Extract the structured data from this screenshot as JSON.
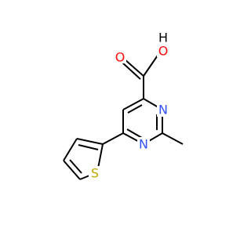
{
  "colors": {
    "carbon_bond": "#000000",
    "oxygen": "#ff0d0d",
    "nitrogen": "#3050f8",
    "sulfur": "#c6a800",
    "background": "#ffffff"
  },
  "atoms": {
    "hydroxyl_h": "H",
    "hydroxyl_o": "O",
    "carbonyl_o": "O",
    "ring_n_upper": "N",
    "ring_n_lower": "N",
    "thiophene_s": "S"
  }
}
